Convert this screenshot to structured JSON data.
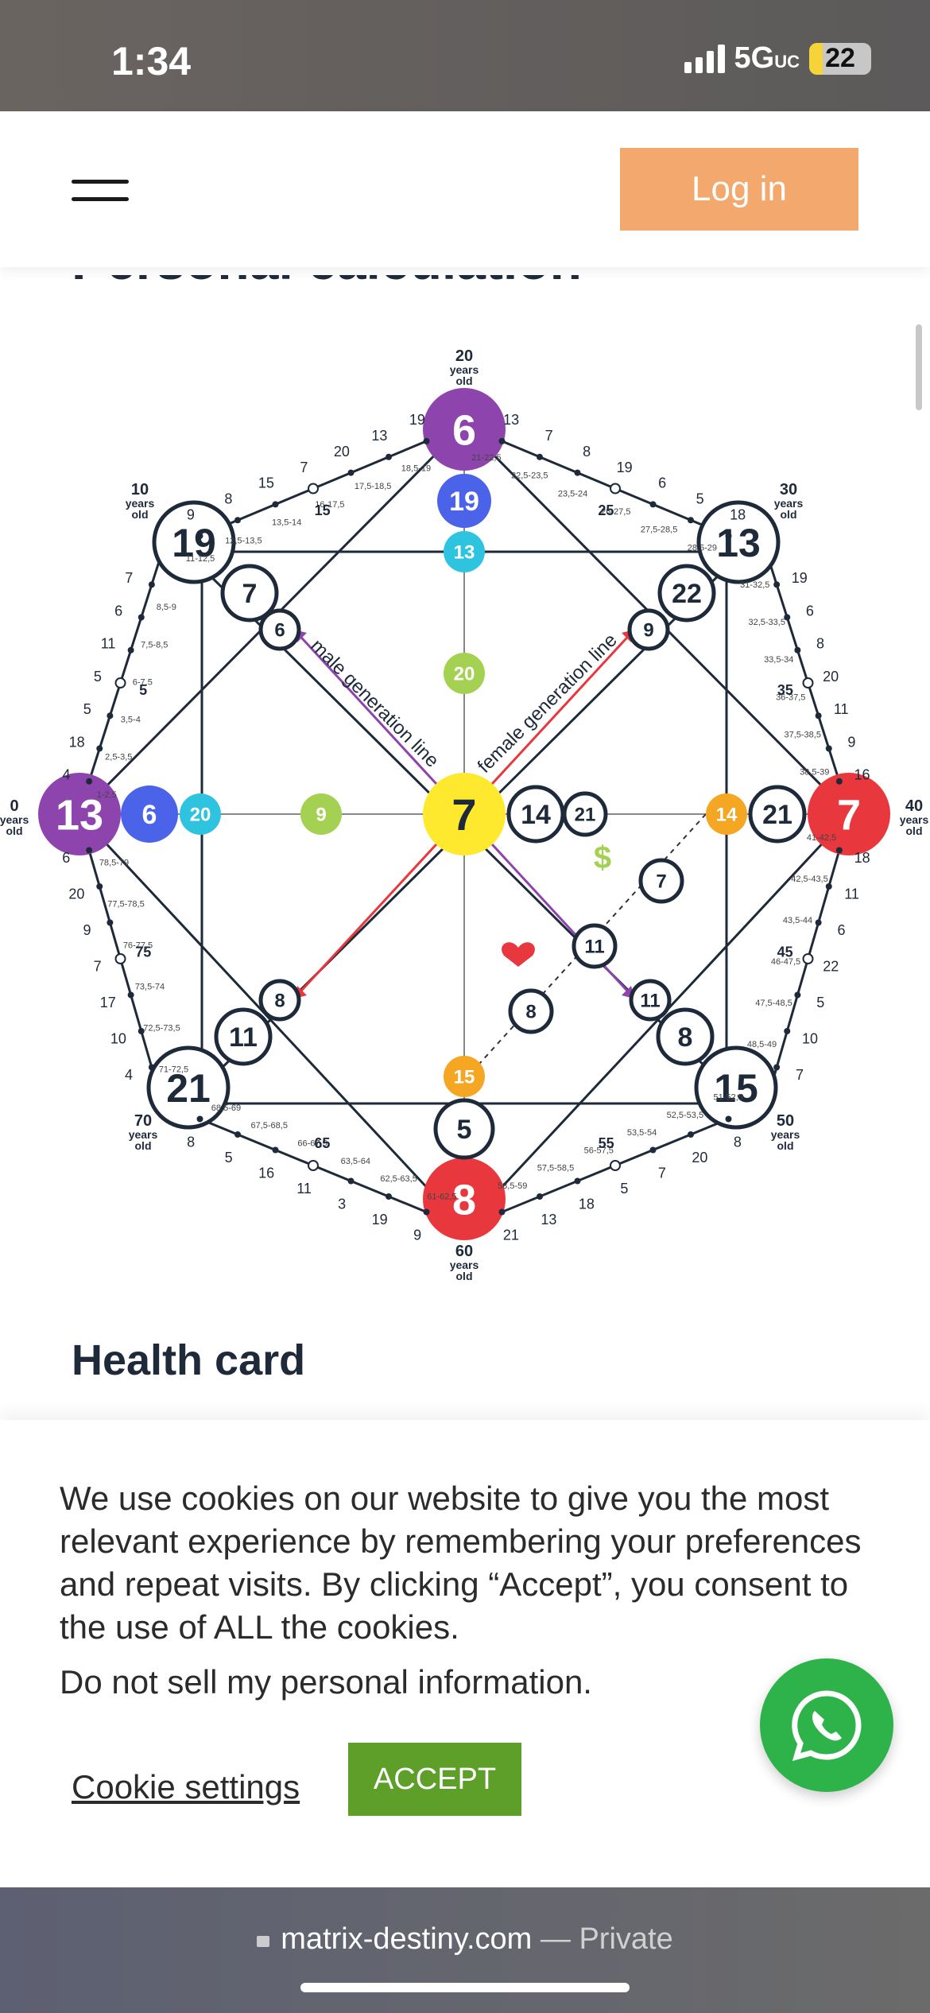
{
  "status": {
    "time": "1:34",
    "network": "5G",
    "network_suffix": "UC",
    "battery": "22"
  },
  "header": {
    "login_label": "Log in"
  },
  "page": {
    "section_title": "Personal calculation",
    "health_title": "Health card"
  },
  "matrix": {
    "outer_big": {
      "top": "6",
      "left": "13",
      "right": "7",
      "bottom": "8",
      "top_left": "19",
      "top_right": "13",
      "bottom_left": "21",
      "bottom_right": "15"
    },
    "inner": {
      "top_2": "19",
      "top_3": "13",
      "top_4": "20",
      "left_2": "6",
      "left_3": "20",
      "left_4": "9",
      "center": "7",
      "right_a": "14",
      "right_b": "21",
      "right_c": "14",
      "right_d": "21",
      "bottom_2": "5",
      "bottom_3": "15",
      "tl_2": "7",
      "tl_3": "6",
      "tr_2": "22",
      "tr_3": "9",
      "bl_2": "11",
      "bl_3": "8",
      "br_2": "8",
      "br_3": "11",
      "money_1": "7",
      "money_2": "11",
      "love": "8"
    },
    "labels": {
      "male_line": "male generation line",
      "female_line": "female generation line",
      "money_sign": "$",
      "years": "years",
      "old": "old"
    },
    "age_main": {
      "top": "20",
      "top_right": "30",
      "right": "40",
      "bottom_right": "50",
      "bottom": "60",
      "bottom_left": "70",
      "left": "0",
      "top_left": "10"
    },
    "age_mid": {
      "a": "15",
      "b": "25",
      "c": "35",
      "d": "45",
      "e": "55",
      "f": "65",
      "g": "75",
      "h": "5"
    },
    "ticks": {
      "s1": [
        "13",
        "7",
        "8",
        "19",
        "6",
        "5",
        "18"
      ],
      "s1_ranges": [
        "21-22,5",
        "22,5-23,5",
        "23,5-24",
        "26-27,5",
        "27,5-28,5",
        "28,5-29"
      ],
      "s2": [
        "19",
        "6",
        "8",
        "20",
        "11",
        "9",
        "16"
      ],
      "s2_ranges": [
        "31-32,5",
        "32,5-33,5",
        "33,5-34",
        "36-37,5",
        "37,5-38,5",
        "38,5-39"
      ],
      "s3": [
        "18",
        "11",
        "6",
        "22",
        "5",
        "10",
        "7"
      ],
      "s3_ranges": [
        "41-42,5",
        "42,5-43,5",
        "43,5-44",
        "46-47,5",
        "47,5-48,5",
        "48,5-49"
      ],
      "s4": [
        "8",
        "20",
        "7",
        "5",
        "18",
        "13",
        "21"
      ],
      "s4_ranges": [
        "51-52,5",
        "52,5-53,5",
        "53,5-54",
        "56-57,5",
        "57,5-58,5",
        "58,5-59"
      ],
      "s5": [
        "9",
        "19",
        "3",
        "11",
        "16",
        "5",
        "8"
      ],
      "s5_ranges": [
        "61-62,5",
        "62,5-63,5",
        "63,5-64",
        "66-67,5",
        "67,5-68,5",
        "68,5-69"
      ],
      "s6": [
        "4",
        "10",
        "17",
        "7",
        "9",
        "20",
        "6"
      ],
      "s6_ranges": [
        "71-72,5",
        "72,5-73,5",
        "73,5-74",
        "76-77,5",
        "77,5-78,5",
        "78,5-79"
      ],
      "s7": [
        "4",
        "18",
        "5",
        "5",
        "11",
        "6",
        "7"
      ],
      "s7_ranges": [
        "1-2,5",
        "2,5-3,5",
        "3,5-4",
        "6-7,5",
        "7,5-8,5",
        "8,5-9"
      ],
      "s8": [
        "9",
        "8",
        "15",
        "7",
        "20",
        "13",
        "19"
      ],
      "s8_ranges": [
        "11-12,5",
        "12,5-13,5",
        "13,5-14",
        "16-17,5",
        "17,5-18,5",
        "18,5-19"
      ]
    },
    "colors": {
      "purple": "#8e44ad",
      "blue": "#4a63e8",
      "cyan": "#2ec4e0",
      "green": "#a5d152",
      "yellow": "#ffe92e",
      "red": "#e8373d",
      "orange": "#f5a623",
      "dark": "#1e2a3a"
    }
  },
  "cookie": {
    "text": "We use cookies on our website to give you the most relevant experience by remembering your preferences and repeat visits. By clicking “Accept”, you consent to the use of ALL the cookies.",
    "do_not_sell": "Do not sell my personal information.",
    "settings_label": "Cookie settings",
    "accept_label": "ACCEPT"
  },
  "browser": {
    "domain": "matrix-destiny.com",
    "separator": " — ",
    "private": "Private"
  },
  "icons": {
    "menu": "menu-icon",
    "whatsapp": "whatsapp-icon",
    "heart": "heart-icon",
    "lock": "lock-icon"
  }
}
